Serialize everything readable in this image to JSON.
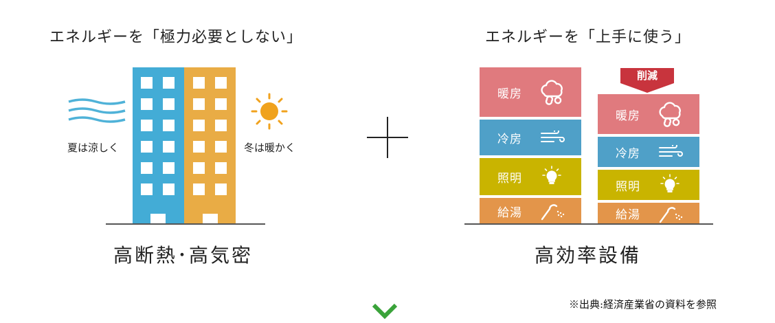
{
  "left": {
    "title": "エネルギーを「極力必要としない」",
    "summer_label": "夏は涼しく",
    "winter_label": "冬は暖かく",
    "caption": "高断熱･高気密"
  },
  "plus": "+",
  "right": {
    "title": "エネルギーを「上手に使う」",
    "reduce_label": "削減",
    "before": {
      "heating": "暖房",
      "cooling": "冷房",
      "lighting": "照明",
      "hot_water": "給湯"
    },
    "after": {
      "heating": "暖房",
      "cooling": "冷房",
      "lighting": "照明",
      "hot_water": "給湯"
    },
    "caption": "高効率設備"
  },
  "note": "※出典:経済産業省の資料を参照",
  "colors": {
    "heating": "#e07a7e",
    "cooling": "#4fa0c8",
    "lighting": "#c9b400",
    "hot_water": "#e3954a",
    "building_blue": "#43acd6",
    "building_orange": "#e9ac45",
    "wind": "#4fb2d8",
    "sun": "#f0a21d",
    "reduce": "#c8343d",
    "arrow": "#3aa33a"
  },
  "icons": [
    "wind-icon",
    "sun-icon",
    "heating-cloud-icon",
    "cooling-wind-icon",
    "light-bulb-icon",
    "shower-icon",
    "down-chevron-icon"
  ]
}
